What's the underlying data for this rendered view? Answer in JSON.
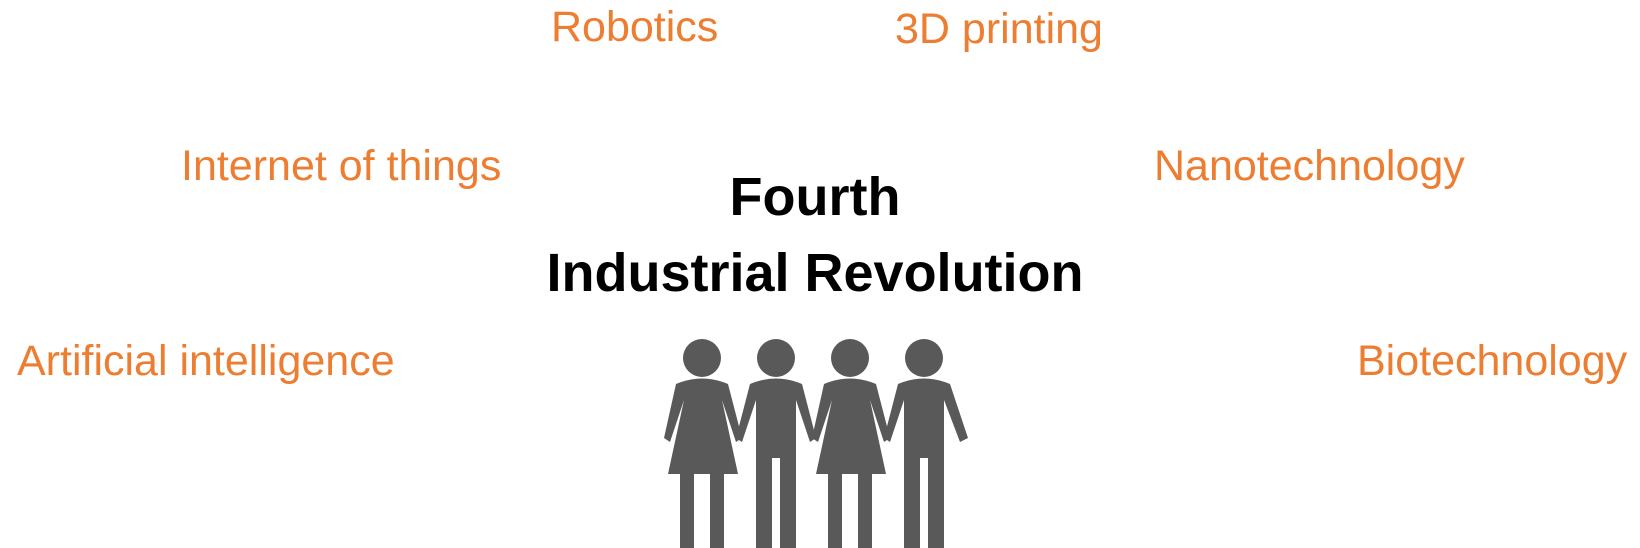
{
  "title": {
    "line1": "Fourth",
    "line2": "Industrial Revolution"
  },
  "technologies": {
    "robotics": "Robotics",
    "printing_3d": "3D printing",
    "iot": "Internet of things",
    "nanotech": "Nanotechnology",
    "ai": "Artificial intelligence",
    "biotech": "Biotechnology"
  },
  "colors": {
    "technology_text": "#ED7D31",
    "title_text": "#000000",
    "people_icon": "#595959"
  },
  "icons": {
    "people_group": "people-group-icon"
  }
}
